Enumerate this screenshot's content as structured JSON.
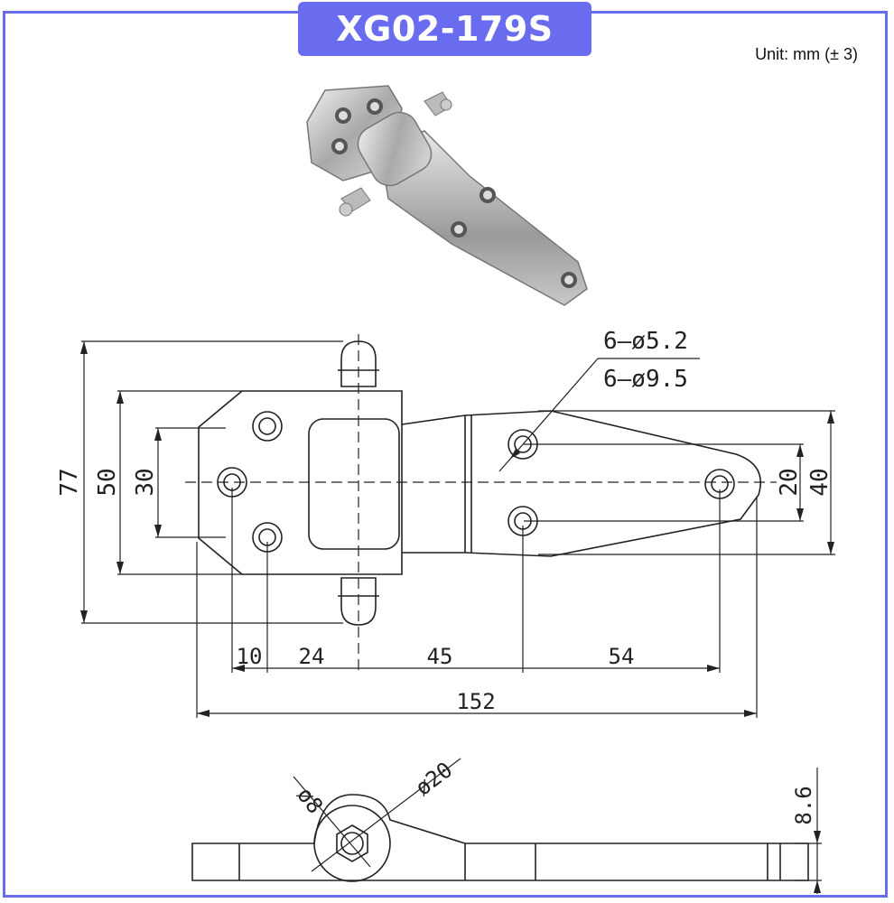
{
  "header": {
    "title": "XG02-179S"
  },
  "unit_note": "Unit: mm (± 3)",
  "callouts": {
    "holes_small": "6–ø5.2",
    "holes_large": "6–ø9.5",
    "pin_dia": "ø8",
    "knuckle_dia": "ø20"
  },
  "dimensions": {
    "overall_height": "77",
    "leaf_height": "50",
    "hole_spacing_left": "30",
    "hole_spacing_right": "20",
    "right_leaf_width": "40",
    "d1": "10",
    "d2": "24",
    "d3": "45",
    "d4": "54",
    "overall_length": "152",
    "thickness": "8.6"
  },
  "colors": {
    "accent": "#6a6cf0",
    "line": "#222222"
  }
}
